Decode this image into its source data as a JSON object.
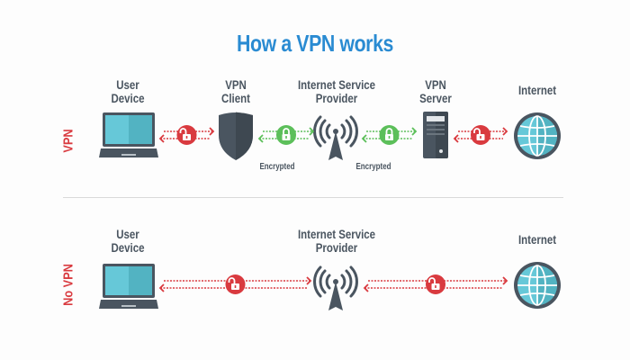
{
  "title": "How a VPN works",
  "colors": {
    "title": "#2a8bd2",
    "unencrypted": "#d93a3f",
    "encrypted": "#5cbf5a",
    "icon_dark": "#4a5560",
    "screen": "#5fc6d6",
    "text": "#4a5560"
  },
  "rows": {
    "vpn": {
      "side_label": "VPN",
      "nodes": [
        {
          "label": "User\nDevice",
          "icon": "laptop-icon"
        },
        {
          "label": "VPN\nClient",
          "icon": "shield-icon"
        },
        {
          "label": "Internet Service\nProvider",
          "icon": "antenna-tower-icon"
        },
        {
          "label": "VPN\nServer",
          "icon": "server-icon"
        },
        {
          "label": "Internet",
          "icon": "globe-icon"
        }
      ],
      "links": [
        {
          "state": "unlocked",
          "encrypted": false,
          "caption": ""
        },
        {
          "state": "locked",
          "encrypted": true,
          "caption": "Encrypted"
        },
        {
          "state": "locked",
          "encrypted": true,
          "caption": "Encrypted"
        },
        {
          "state": "unlocked",
          "encrypted": false,
          "caption": ""
        }
      ]
    },
    "novpn": {
      "side_label": "No VPN",
      "nodes": [
        {
          "label": "User\nDevice",
          "icon": "laptop-icon"
        },
        {
          "label": "Internet Service\nProvider",
          "icon": "antenna-tower-icon"
        },
        {
          "label": "Internet",
          "icon": "globe-icon"
        }
      ],
      "links": [
        {
          "state": "unlocked",
          "encrypted": false,
          "caption": ""
        },
        {
          "state": "unlocked",
          "encrypted": false,
          "caption": ""
        }
      ]
    }
  }
}
